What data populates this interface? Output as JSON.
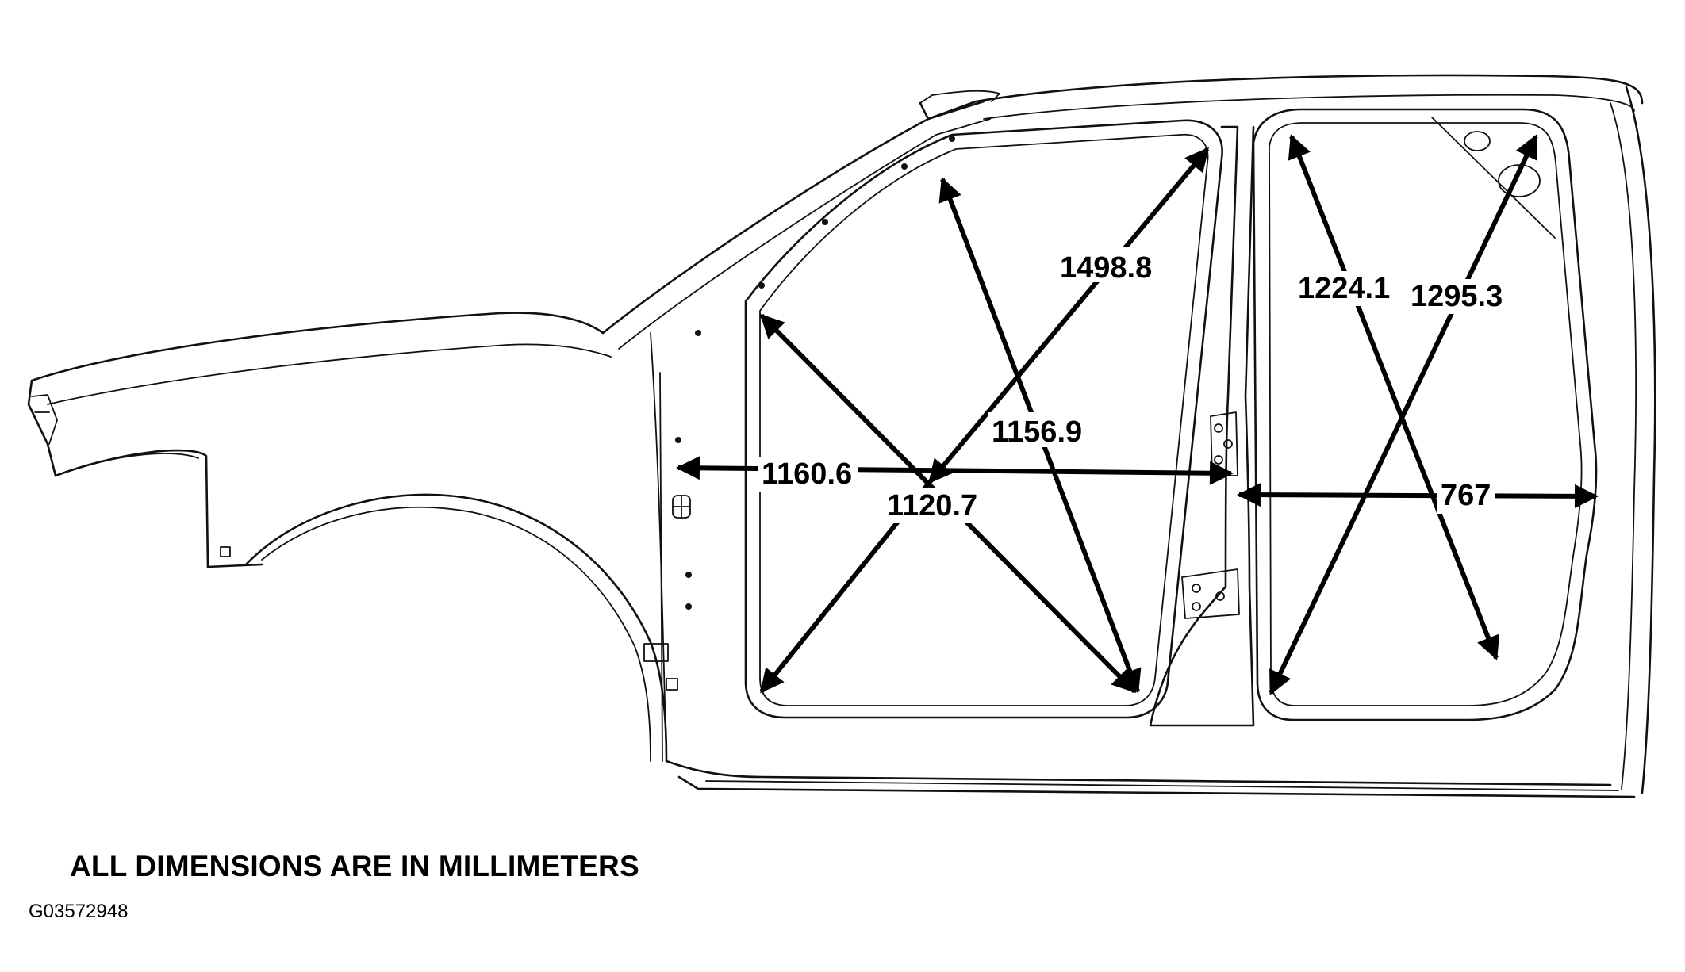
{
  "note": "ALL DIMENSIONS ARE IN MILLIMETERS",
  "figure_id": "G03572948",
  "colors": {
    "ink": "#000000",
    "background": "#ffffff"
  },
  "dimensions": [
    {
      "id": "dim-1498-8",
      "label": "1498.8",
      "value": 1498.8
    },
    {
      "id": "dim-1156-9",
      "label": "1156.9",
      "value": 1156.9
    },
    {
      "id": "dim-1160-6",
      "label": "1160.6",
      "value": 1160.6
    },
    {
      "id": "dim-1120-7",
      "label": "1120.7",
      "value": 1120.7
    },
    {
      "id": "dim-1224-1",
      "label": "1224.1",
      "value": 1224.1
    },
    {
      "id": "dim-1295-3",
      "label": "1295.3",
      "value": 1295.3
    },
    {
      "id": "dim-767",
      "label": "767",
      "value": 767
    }
  ]
}
